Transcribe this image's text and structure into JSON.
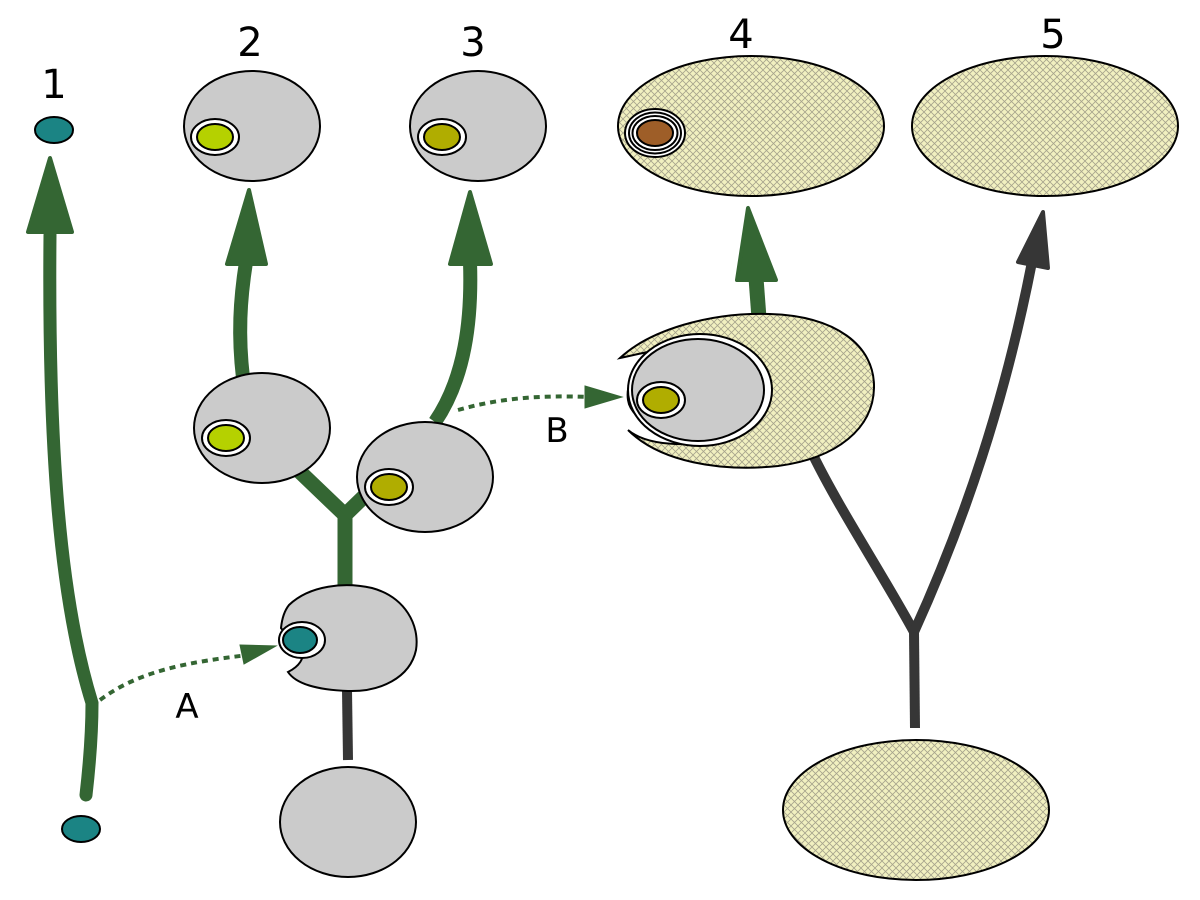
{
  "labels": {
    "lineage_1": "1",
    "lineage_2": "2",
    "lineage_3": "3",
    "lineage_4": "4",
    "lineage_5": "5",
    "event_a": "A",
    "event_b": "B"
  },
  "colors": {
    "green_arrow": "#346633",
    "dark_arrow": "#363636",
    "host_cell": "#cbcbcb",
    "teal_organelle": "#1b8484",
    "lime_organelle": "#b5d100",
    "olive_organelle": "#b0ad00",
    "brown_organelle": "#9e5e28",
    "hatched_fill": "#f1f0c0",
    "hatch_line": "#a6a38c"
  }
}
